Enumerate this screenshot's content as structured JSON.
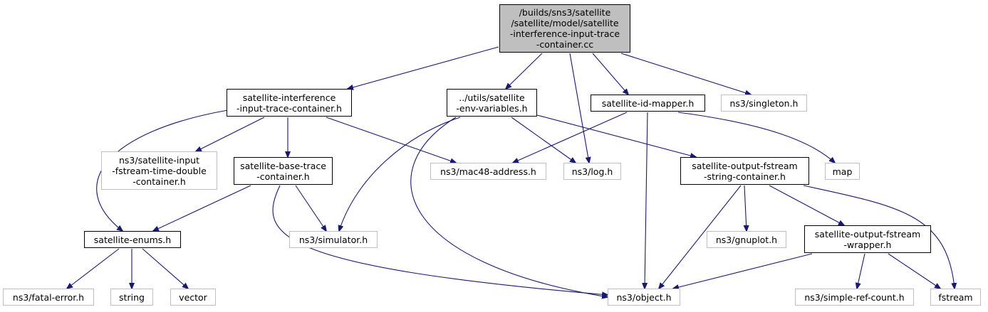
{
  "graph": {
    "nodes": {
      "root": "/builds/sns3/satellite\n/satellite/model/satellite\n-interference-input-trace\n-container.cc",
      "interf_h": "satellite-interference\n-input-trace-container.h",
      "envvars_h": "../utils/satellite\n-env-variables.h",
      "idmapper_h": "satellite-id-mapper.h",
      "singleton_h": "ns3/singleton.h",
      "input_fstream_h": "ns3/satellite-input\n-fstream-time-double\n-container.h",
      "base_trace_h": "satellite-base-trace\n-container.h",
      "mac48_h": "ns3/mac48-address.h",
      "log_h": "ns3/log.h",
      "out_string_h": "satellite-output-fstream\n-string-container.h",
      "map": "map",
      "enums_h": "satellite-enums.h",
      "simulator_h": "ns3/simulator.h",
      "gnuplot_h": "ns3/gnuplot.h",
      "out_wrapper_h": "satellite-output-fstream\n-wrapper.h",
      "fatal_error_h": "ns3/fatal-error.h",
      "string": "string",
      "vector": "vector",
      "object_h": "ns3/object.h",
      "simple_ref_count_h": "ns3/simple-ref-count.h",
      "fstream": "fstream"
    },
    "edges": [
      [
        "root",
        "interf_h"
      ],
      [
        "root",
        "envvars_h"
      ],
      [
        "root",
        "log_h"
      ],
      [
        "root",
        "idmapper_h"
      ],
      [
        "root",
        "singleton_h"
      ],
      [
        "interf_h",
        "input_fstream_h"
      ],
      [
        "interf_h",
        "base_trace_h"
      ],
      [
        "interf_h",
        "mac48_h"
      ],
      [
        "interf_h",
        "enums_h"
      ],
      [
        "envvars_h",
        "simulator_h"
      ],
      [
        "envvars_h",
        "object_h"
      ],
      [
        "envvars_h",
        "log_h"
      ],
      [
        "envvars_h",
        "out_string_h"
      ],
      [
        "idmapper_h",
        "mac48_h"
      ],
      [
        "idmapper_h",
        "object_h"
      ],
      [
        "idmapper_h",
        "map"
      ],
      [
        "base_trace_h",
        "enums_h"
      ],
      [
        "base_trace_h",
        "simulator_h"
      ],
      [
        "base_trace_h",
        "object_h"
      ],
      [
        "out_string_h",
        "object_h"
      ],
      [
        "out_string_h",
        "gnuplot_h"
      ],
      [
        "out_string_h",
        "out_wrapper_h"
      ],
      [
        "out_string_h",
        "fstream"
      ],
      [
        "enums_h",
        "fatal_error_h"
      ],
      [
        "enums_h",
        "string"
      ],
      [
        "enums_h",
        "vector"
      ],
      [
        "out_wrapper_h",
        "object_h"
      ],
      [
        "out_wrapper_h",
        "simple_ref_count_h"
      ],
      [
        "out_wrapper_h",
        "fstream"
      ]
    ],
    "colors": {
      "edge": "#191970",
      "external_border": "#bfbfbf",
      "root_fill": "#bfbfbf",
      "node_border": "#000000"
    }
  }
}
